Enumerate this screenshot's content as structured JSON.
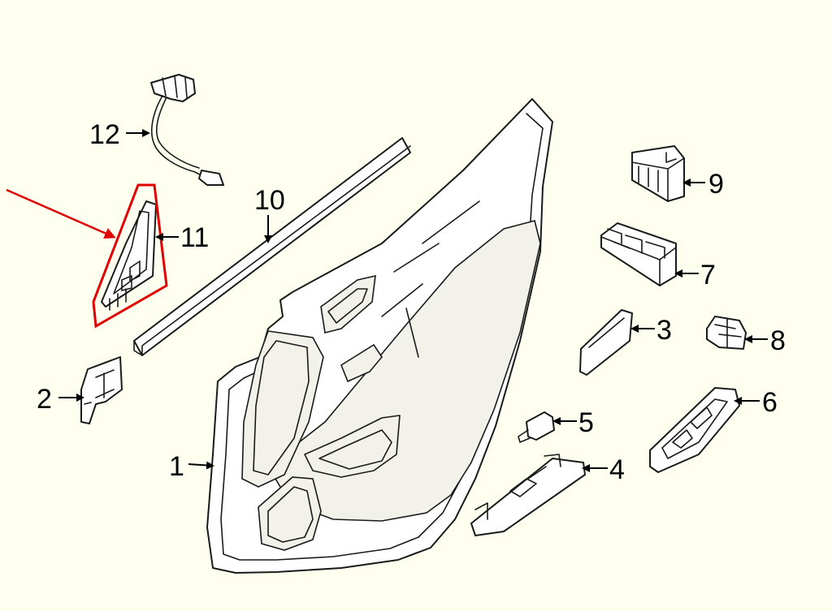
{
  "colors": {
    "background": "#fffff0",
    "highlight": "#e00000",
    "line": "#1a1a1a"
  },
  "callouts": {
    "p1": "1",
    "p2": "2",
    "p3": "3",
    "p4": "4",
    "p5": "5",
    "p6": "6",
    "p7": "7",
    "p8": "8",
    "p9": "9",
    "p10": "10",
    "p11": "11",
    "p12": "12"
  }
}
